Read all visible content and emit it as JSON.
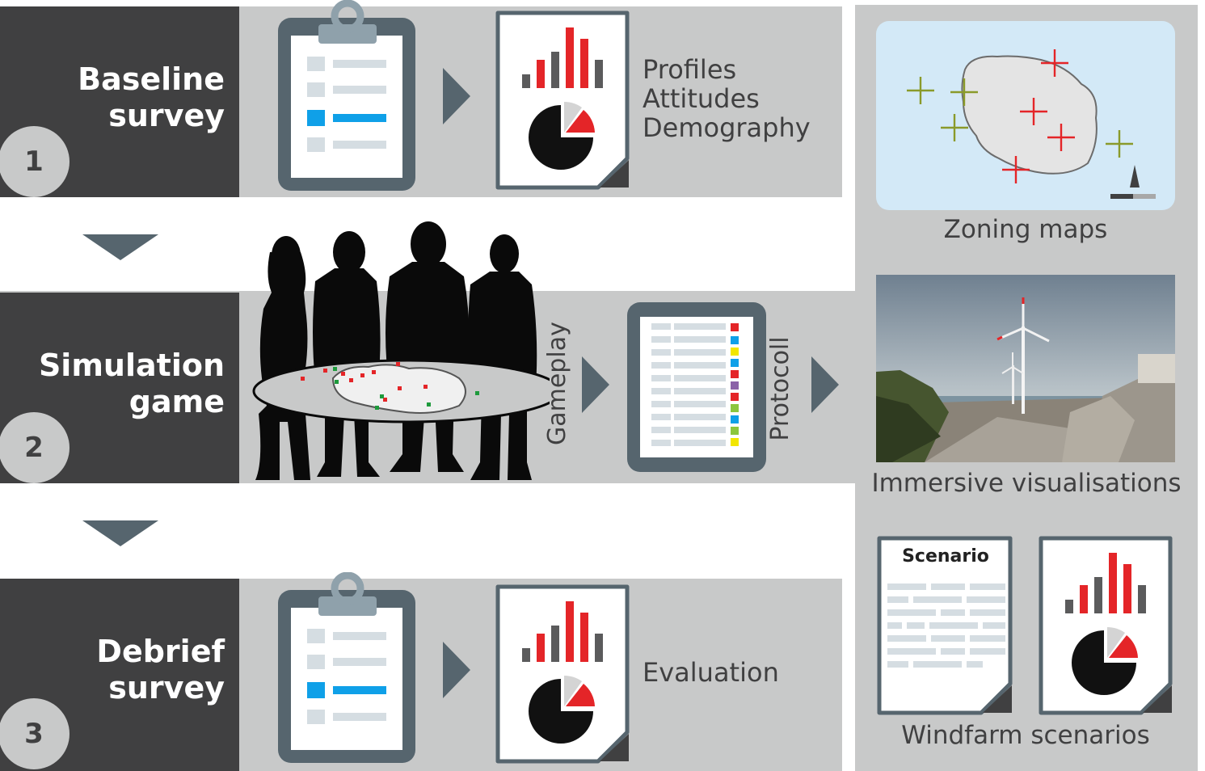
{
  "stages": [
    {
      "number": "1",
      "title_line1": "Baseline",
      "title_line2": "survey"
    },
    {
      "number": "2",
      "title_line1": "Simulation",
      "title_line2": "game"
    },
    {
      "number": "3",
      "title_line1": "Debrief",
      "title_line2": "survey"
    }
  ],
  "baseline_outputs": [
    "Profiles",
    "Attitudes",
    "Demography"
  ],
  "game_labels": {
    "gameplay": "Gameplay",
    "protocol": "Protocoll"
  },
  "debrief_output": "Evaluation",
  "sidebar": {
    "zoning_label": "Zoning maps",
    "immersive_label": "Immersive visualisations",
    "scenario_doc_title": "Scenario",
    "windfarm_label": "Windfarm scenarios"
  },
  "colors": {
    "band": "#c8c9c9",
    "dark": "#404041",
    "red": "#e42528",
    "blue": "#0fa0e8",
    "green": "#8a9a2a"
  },
  "icons": [
    "clipboard-icon",
    "report-chart-icon",
    "people-silhouette-icon",
    "protocol-tablet-icon",
    "map-icon",
    "scenario-document-icon",
    "arrow-right-icon",
    "arrow-down-icon"
  ]
}
